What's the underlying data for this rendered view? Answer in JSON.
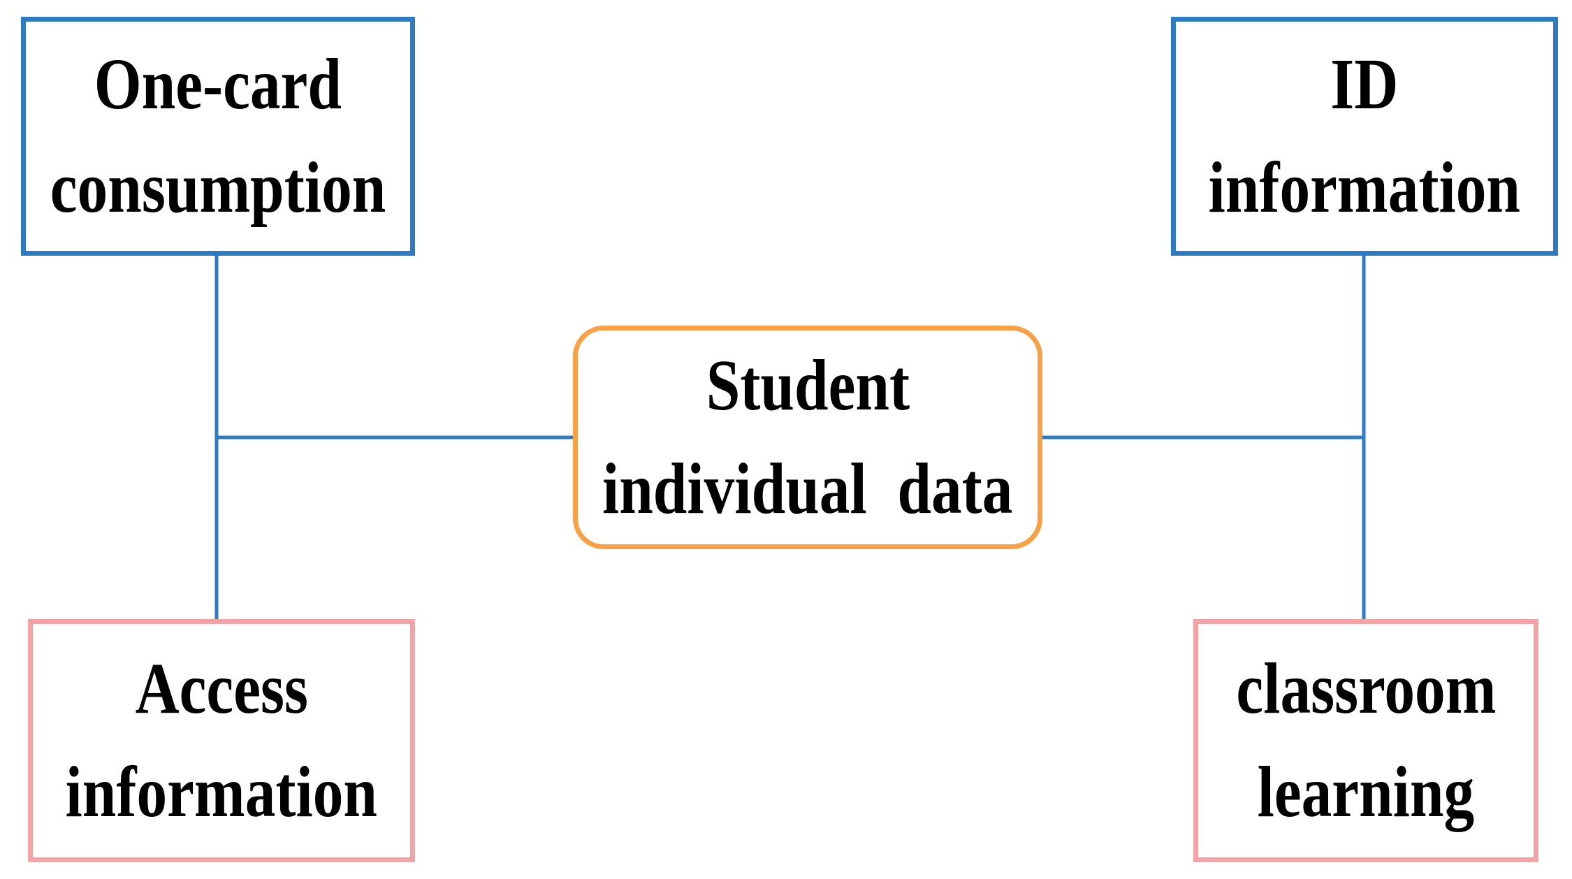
{
  "diagram": {
    "center": {
      "lines": [
        "Student",
        "individual  data"
      ],
      "border_color": "#f7a045"
    },
    "top_left": {
      "lines": [
        "One-card",
        "consumption"
      ],
      "border_color": "#2e7bc4"
    },
    "top_right": {
      "lines": [
        "ID",
        "information"
      ],
      "border_color": "#2e7bc4"
    },
    "bottom_left": {
      "lines": [
        "Access",
        "information"
      ],
      "border_color": "#f2a3a6"
    },
    "bottom_right": {
      "lines": [
        "classroom",
        "learning"
      ],
      "border_color": "#f2a3a6"
    },
    "connector_color": "#2e7bc4"
  }
}
